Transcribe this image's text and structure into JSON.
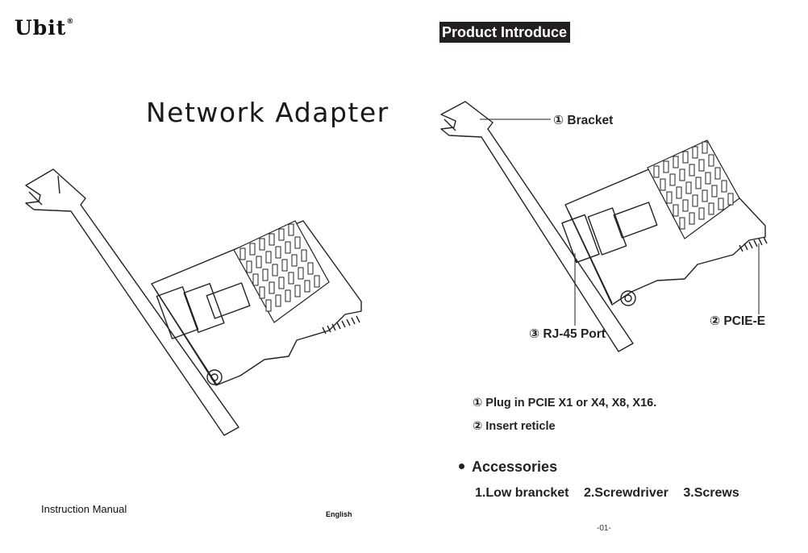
{
  "brand": {
    "logo_text": "Ubit",
    "logo_mark": "®"
  },
  "cover": {
    "title": "Network Adapter",
    "footer_left": "Instruction Manual",
    "footer_lang": "English"
  },
  "intro": {
    "section_title": "Product Introduce",
    "callouts": {
      "bracket": "① Bracket",
      "rj45": "③ RJ-45 Port",
      "pcie": "② PCIE-E"
    },
    "instructions": [
      "① Plug in PCIE X1 or X4, X8, X16.",
      "② Insert reticle"
    ],
    "accessories": {
      "heading": "Accessories",
      "items": [
        "1.Low brancket",
        "2.Screwdriver",
        "3.Screws"
      ]
    },
    "page_number": "-01-"
  }
}
